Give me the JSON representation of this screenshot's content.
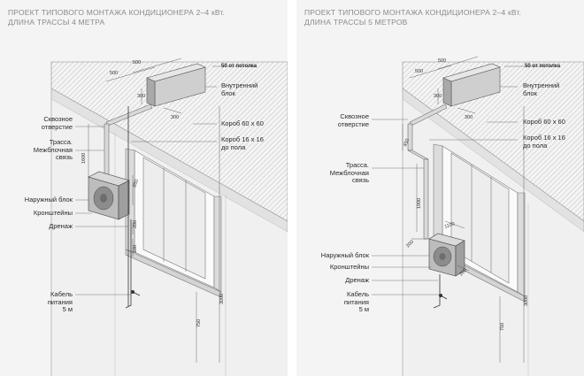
{
  "panels": [
    {
      "title_line1": "ПРОЕКТ ТИПОВОГО МОНТАЖА КОНДИЦИОНЕРА 2–4 кВт.",
      "title_line2": "ДЛИНА ТРАССЫ 4 МЕТРА",
      "labels": {
        "ceiling": "50 от потолка",
        "indoor_unit_1": "Внутренний",
        "indoor_unit_2": "блок",
        "through_hole_1": "Сквозное",
        "through_hole_2": "отверстие",
        "duct_60": "Короб 60 х 60",
        "route_1": "Трасса.",
        "route_2": "Межблочная",
        "route_3": "связь",
        "duct_16_1": "Короб 16 х 16",
        "duct_16_2": "до пола",
        "outdoor_unit": "Наружный блок",
        "brackets": "Кронштейны",
        "drain": "Дренаж",
        "cable_1": "Кабель",
        "cable_2": "питания",
        "cable_3": "5 м"
      },
      "dims": {
        "d500a": "500",
        "d500b": "500",
        "d300a": "300",
        "d300b": "300",
        "d1600": "1600",
        "d850": "850",
        "d200": "200",
        "d100": "100",
        "d750": "750",
        "d3000": "3000"
      }
    },
    {
      "title_line1": "ПРОЕКТ ТИПОВОГО МОНТАЖА КОНДИЦИОНЕРА 2–4 кВт.",
      "title_line2": "ДЛИНА ТРАССЫ 5 МЕТРОВ",
      "labels": {
        "ceiling": "50 от потолка",
        "indoor_unit_1": "Внутренний",
        "indoor_unit_2": "блок",
        "through_hole_1": "Сквозное",
        "through_hole_2": "отверстие",
        "duct_60": "Короб 60 х 60",
        "route_1": "Трасса.",
        "route_2": "Межблочная",
        "route_3": "связь",
        "duct_16_1": "Короб 16 х 16",
        "duct_16_2": "до пола",
        "outdoor_unit": "Наружный блок",
        "brackets": "Кронштейны",
        "drain": "Дренаж",
        "cable_1": "Кабель",
        "cable_2": "питания",
        "cable_3": "5 м"
      },
      "dims": {
        "d500a": "500",
        "d500b": "500",
        "d300a": "300",
        "d300b": "300",
        "d450": "450",
        "d1900": "1900",
        "d1100": "1100",
        "d200a": "200",
        "d200b": "200",
        "d750": "750",
        "d3000": "3000"
      }
    }
  ]
}
